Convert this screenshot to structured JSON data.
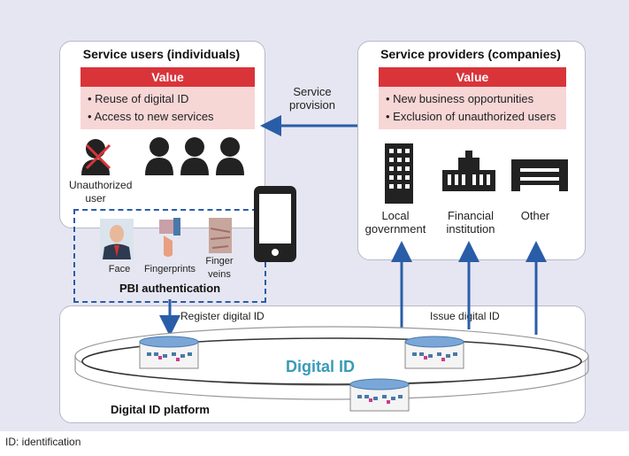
{
  "service_users": {
    "title": "Service users (individuals)",
    "value_label": "Value",
    "value_items": [
      "• Reuse of digital ID",
      "• Access to new services"
    ],
    "unauthorized_label": "Unauthorized user"
  },
  "service_providers": {
    "title": "Service providers (companies)",
    "value_label": "Value",
    "value_items": [
      "• New business opportunities",
      "• Exclusion of unauthorized users"
    ],
    "providers": [
      {
        "label": "Local government",
        "icon": "building-icon"
      },
      {
        "label": "Financial institution",
        "icon": "bank-icon"
      },
      {
        "label": "Other",
        "icon": "office-icon"
      }
    ]
  },
  "flow": {
    "service_provision": "Service provision",
    "register": "Register digital ID",
    "issue": "Issue digital ID"
  },
  "pbi": {
    "title": "PBI authentication",
    "items": [
      "Face",
      "Fingerprints",
      "Finger veins"
    ]
  },
  "platform": {
    "title": "Digital ID platform",
    "center_label": "Digital ID"
  },
  "footer": "ID: identification",
  "colors": {
    "accent_red": "#d9343a",
    "value_bg": "#f7d6d6",
    "arrow_blue": "#2a5da8",
    "digital_id_teal": "#3a9ab8"
  }
}
